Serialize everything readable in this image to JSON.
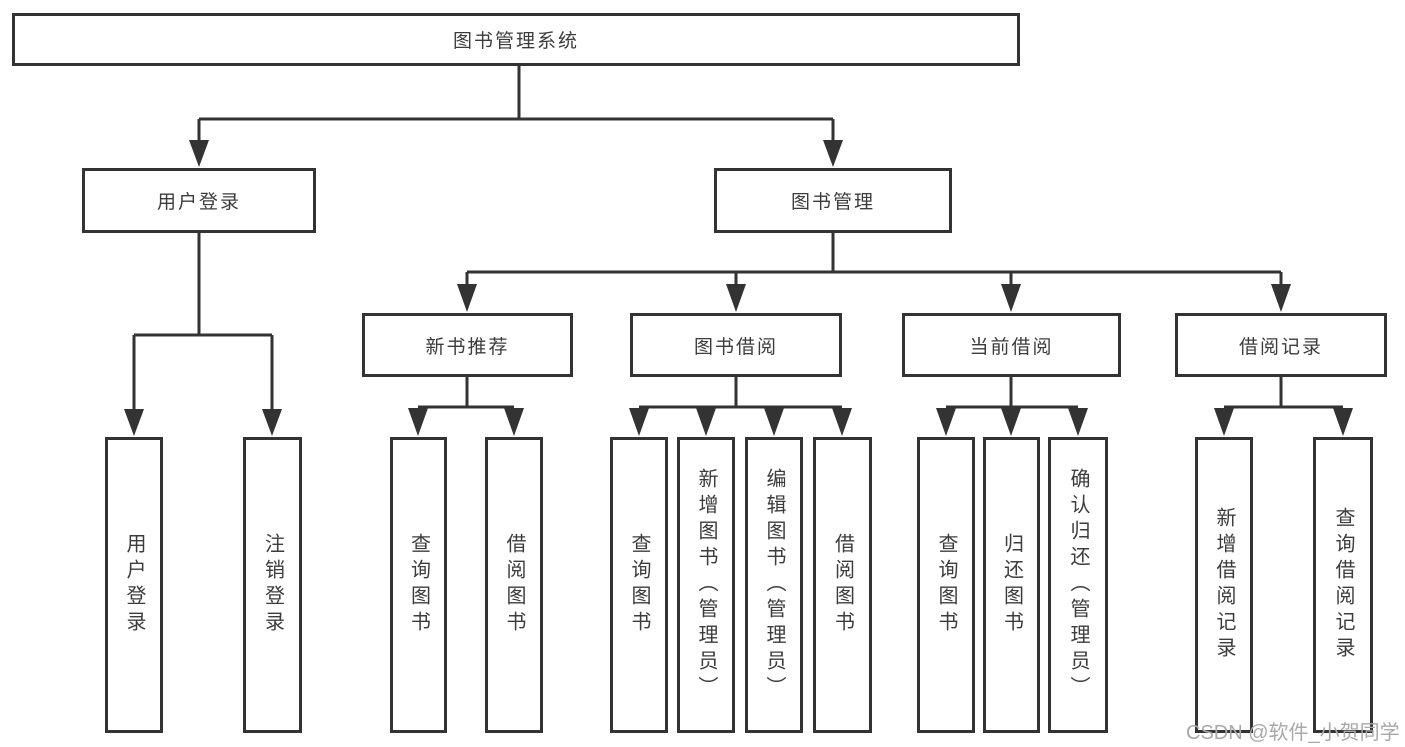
{
  "colors": {
    "line": "#333333",
    "node_text": "#3c3c3c",
    "watermark": "#a9a9a9",
    "background": "#ffffff"
  },
  "watermark": {
    "text": "CSDN @软件_小贺同学"
  },
  "tree": {
    "root": {
      "label": "图书管理系统"
    },
    "level2": [
      {
        "label": "用户登录"
      },
      {
        "label": "图书管理"
      }
    ],
    "level3": [
      {
        "label": "新书推荐",
        "parent": "图书管理"
      },
      {
        "label": "图书借阅",
        "parent": "图书管理"
      },
      {
        "label": "当前借阅",
        "parent": "图书管理"
      },
      {
        "label": "借阅记录",
        "parent": "图书管理"
      }
    ],
    "leaves": [
      {
        "label": "用户登录",
        "parent": "用户登录"
      },
      {
        "label": "注销登录",
        "parent": "用户登录"
      },
      {
        "label": "查询图书",
        "parent": "新书推荐"
      },
      {
        "label": "借阅图书",
        "parent": "新书推荐"
      },
      {
        "label": "查询图书",
        "parent": "图书借阅"
      },
      {
        "label": "新增图书（管理员）",
        "parent": "图书借阅"
      },
      {
        "label": "编辑图书（管理员）",
        "parent": "图书借阅"
      },
      {
        "label": "借阅图书",
        "parent": "图书借阅"
      },
      {
        "label": "查询图书",
        "parent": "当前借阅"
      },
      {
        "label": "归还图书",
        "parent": "当前借阅"
      },
      {
        "label": "确认归还（管理员）",
        "parent": "当前借阅"
      },
      {
        "label": "新增借阅记录",
        "parent": "借阅记录"
      },
      {
        "label": "查询借阅记录",
        "parent": "借阅记录"
      }
    ]
  }
}
